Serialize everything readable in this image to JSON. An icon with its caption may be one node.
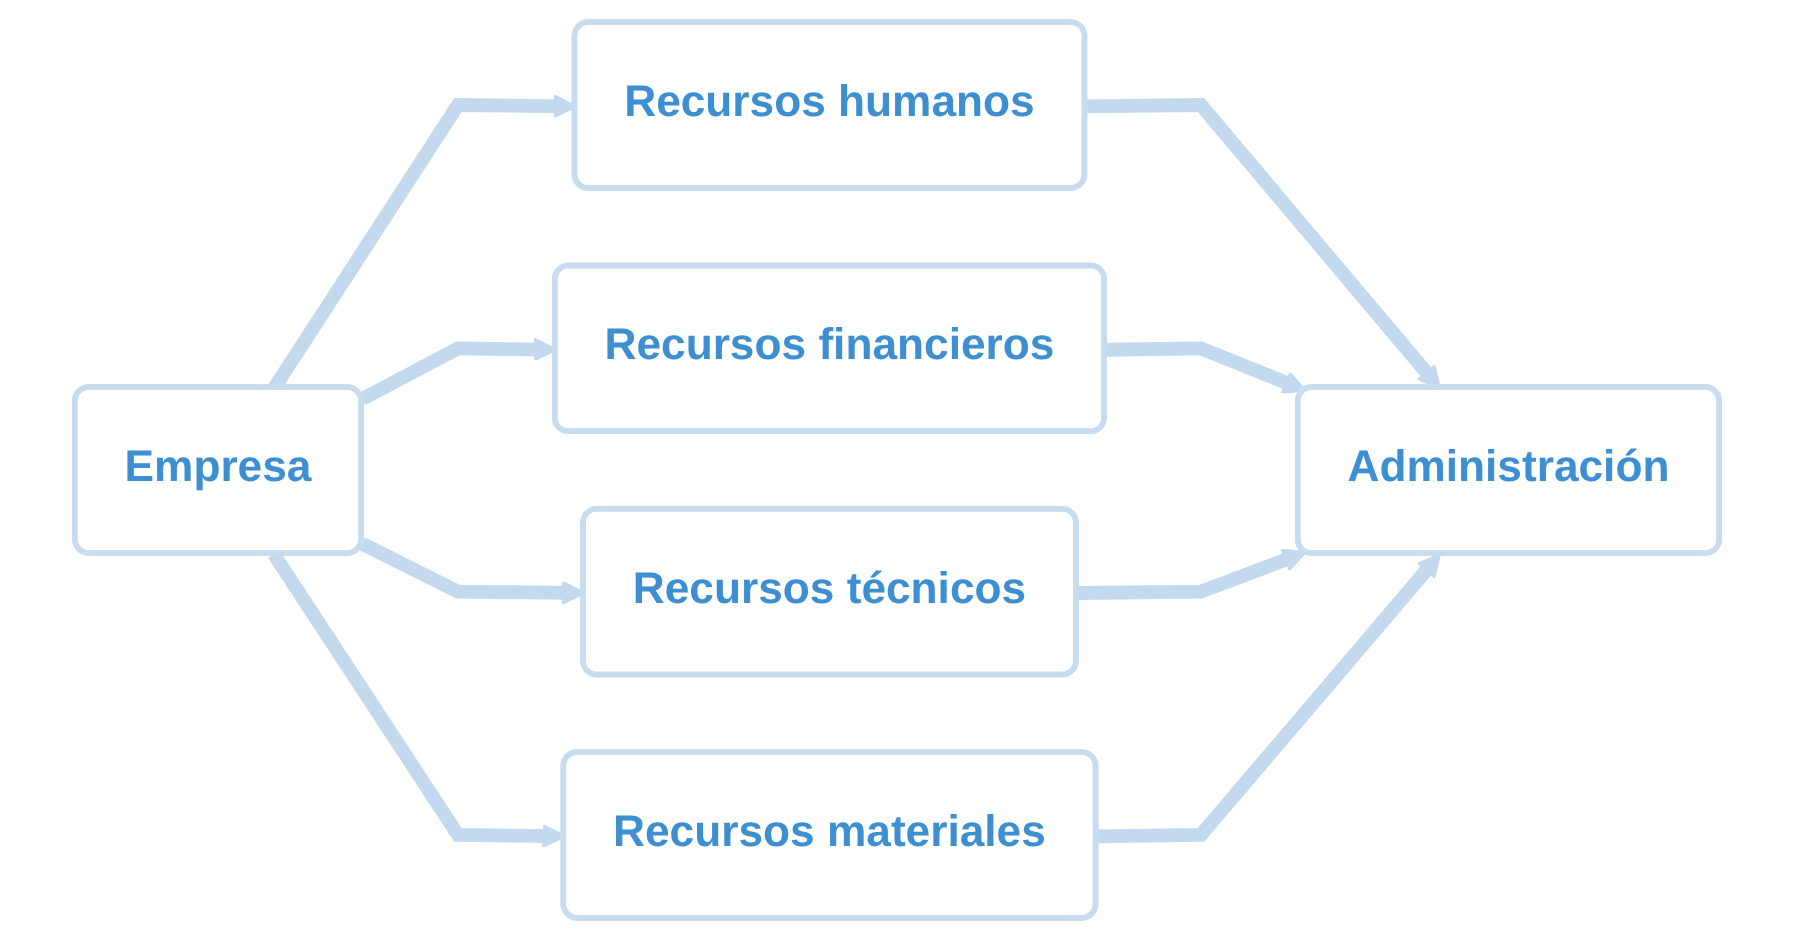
{
  "diagram": {
    "nodes": [
      {
        "text": [
          "Empresa"
        ]
      },
      {
        "text": [
          "Recursos humanos"
        ]
      },
      {
        "text": [
          "Recursos financieros"
        ]
      },
      {
        "text": [
          "Recursos técnicos"
        ]
      },
      {
        "text": [
          "Recursos materiales"
        ]
      },
      {
        "text": [
          "Administración"
        ]
      }
    ],
    "edges": [
      {
        "from": 0,
        "to": 1,
        "arrow": "to"
      },
      {
        "from": 0,
        "to": 2,
        "arrow": "to"
      },
      {
        "from": 0,
        "to": 3,
        "arrow": "to"
      },
      {
        "from": 0,
        "to": 4,
        "arrow": "to"
      },
      {
        "from": 1,
        "to": 5,
        "arrow": "to"
      },
      {
        "from": 2,
        "to": 5,
        "arrow": "to"
      },
      {
        "from": 3,
        "to": 5,
        "arrow": "to"
      },
      {
        "from": 4,
        "to": 5,
        "arrow": "to"
      }
    ]
  }
}
